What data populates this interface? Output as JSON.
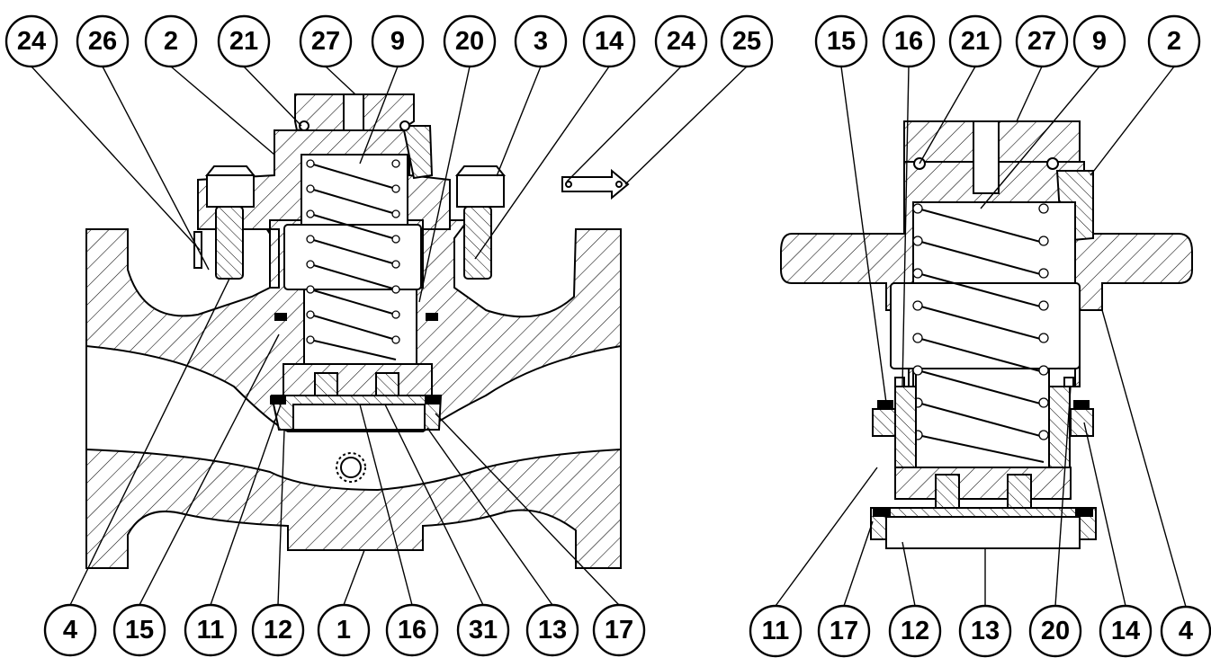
{
  "left_view": {
    "top_labels": [
      "24",
      "26",
      "2",
      "21",
      "27",
      "9",
      "20",
      "3",
      "14",
      "24",
      "25"
    ],
    "bottom_labels": [
      "4",
      "15",
      "11",
      "12",
      "1",
      "16",
      "31",
      "13",
      "17"
    ]
  },
  "right_view": {
    "top_labels": [
      "15",
      "16",
      "21",
      "27",
      "9",
      "2"
    ],
    "bottom_labels": [
      "11",
      "17",
      "12",
      "13",
      "20",
      "14",
      "4"
    ]
  },
  "colors": {
    "line": "#000000",
    "background": "#ffffff"
  }
}
